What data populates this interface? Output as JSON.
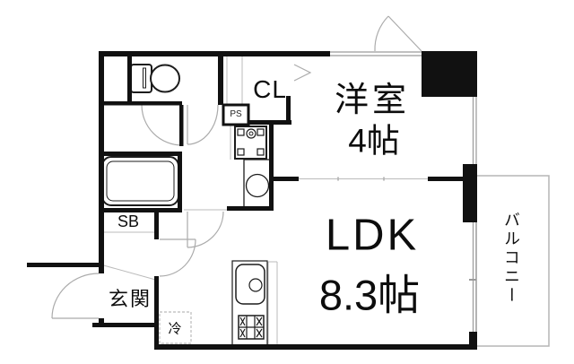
{
  "title": "apartment-floorplan",
  "rooms": {
    "western": {
      "name": "洋室",
      "size": "4帖"
    },
    "ldk": {
      "name": "LDK",
      "size": "8.3帖"
    },
    "balcony": {
      "name": "バルコニー"
    },
    "entrance": {
      "name": "玄関"
    },
    "closet": {
      "name": "CL"
    },
    "pipe_space": {
      "name": "PS"
    },
    "shoe_cabinet": {
      "name": "SB"
    },
    "refrigerator": {
      "name": "冷"
    }
  },
  "colors": {
    "wall": "#111111",
    "door_line": "#ababab",
    "light_line": "#bbbbbb",
    "balcony_line": "#b5b5b5",
    "background": "#ffffff"
  }
}
